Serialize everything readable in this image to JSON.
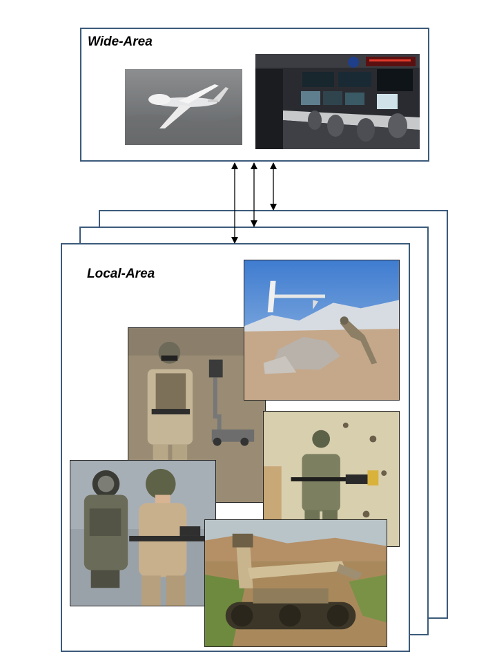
{
  "wide_area": {
    "label": "Wide-Area",
    "images": [
      {
        "name": "uav-drone-photo",
        "subject": "high-altitude UAV in flight"
      },
      {
        "name": "control-room-photo",
        "subject": "ground control station"
      }
    ]
  },
  "local_area": {
    "label": "Local-Area",
    "images": [
      {
        "name": "hand-launched-uav-photo",
        "subject": "soldier launching small UAV"
      },
      {
        "name": "soldier-with-robot-photo",
        "subject": "soldier with small ground robot"
      },
      {
        "name": "soldier-at-wall-photo",
        "subject": "soldier beside damaged wall"
      },
      {
        "name": "soldier-exoskeleton-photo",
        "subject": "soldier with backpack system"
      },
      {
        "name": "tracked-robot-photo",
        "subject": "tracked ground robot"
      }
    ]
  },
  "connections": {
    "count": 3
  },
  "colors": {
    "frame": "#3b5a7a",
    "arrow": "#000000"
  }
}
